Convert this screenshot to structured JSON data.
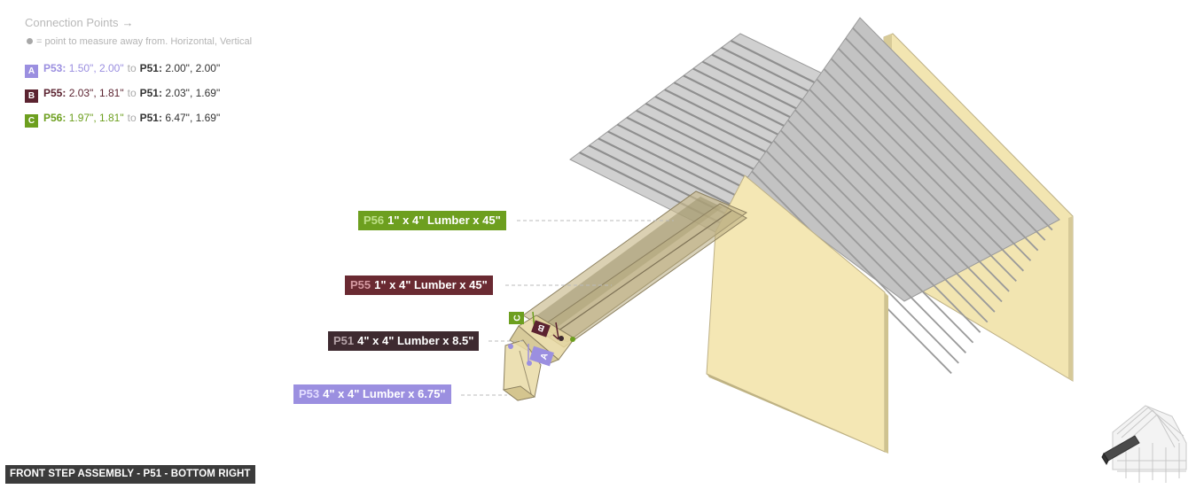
{
  "connections": {
    "header": "Connection Points",
    "note": "= point to measure away from. Horizontal, Vertical",
    "to_word": "to",
    "rows": [
      {
        "badge": "A",
        "from_part": "P53:",
        "from_values": "1.50\", 2.00\"",
        "to_part": "P51:",
        "to_values": "2.00\", 2.00\"",
        "color": "#9b8fe0"
      },
      {
        "badge": "B",
        "from_part": "P55:",
        "from_values": "2.03\", 1.81\"",
        "to_part": "P51:",
        "to_values": "2.03\", 1.69\"",
        "color": "#5b2330"
      },
      {
        "badge": "C",
        "from_part": "P56:",
        "from_values": "1.97\", 1.81\"",
        "to_part": "P51:",
        "to_values": "6.47\", 1.69\"",
        "color": "#6d9f1f"
      }
    ]
  },
  "parts": [
    {
      "id": "P56",
      "desc": "1\" x 4\" Lumber  x 45\"",
      "color": "#6d9f1f",
      "id_color": "#bfe08a"
    },
    {
      "id": "P55",
      "desc": "1\" x 4\" Lumber  x 45\"",
      "color": "#6a2a32",
      "id_color": "#d59aa2"
    },
    {
      "id": "P51",
      "desc": "4\" x 4\" Lumber x 8.5\"",
      "color": "#3e2a30",
      "id_color": "#b5a3a8"
    },
    {
      "id": "P53",
      "desc": "4\" x 4\" Lumber x 6.75\"",
      "color": "#9b8fe0",
      "id_color": "#e3ddff"
    }
  ],
  "footer": "FRONT STEP ASSEMBLY - P51 - BOTTOM RIGHT"
}
